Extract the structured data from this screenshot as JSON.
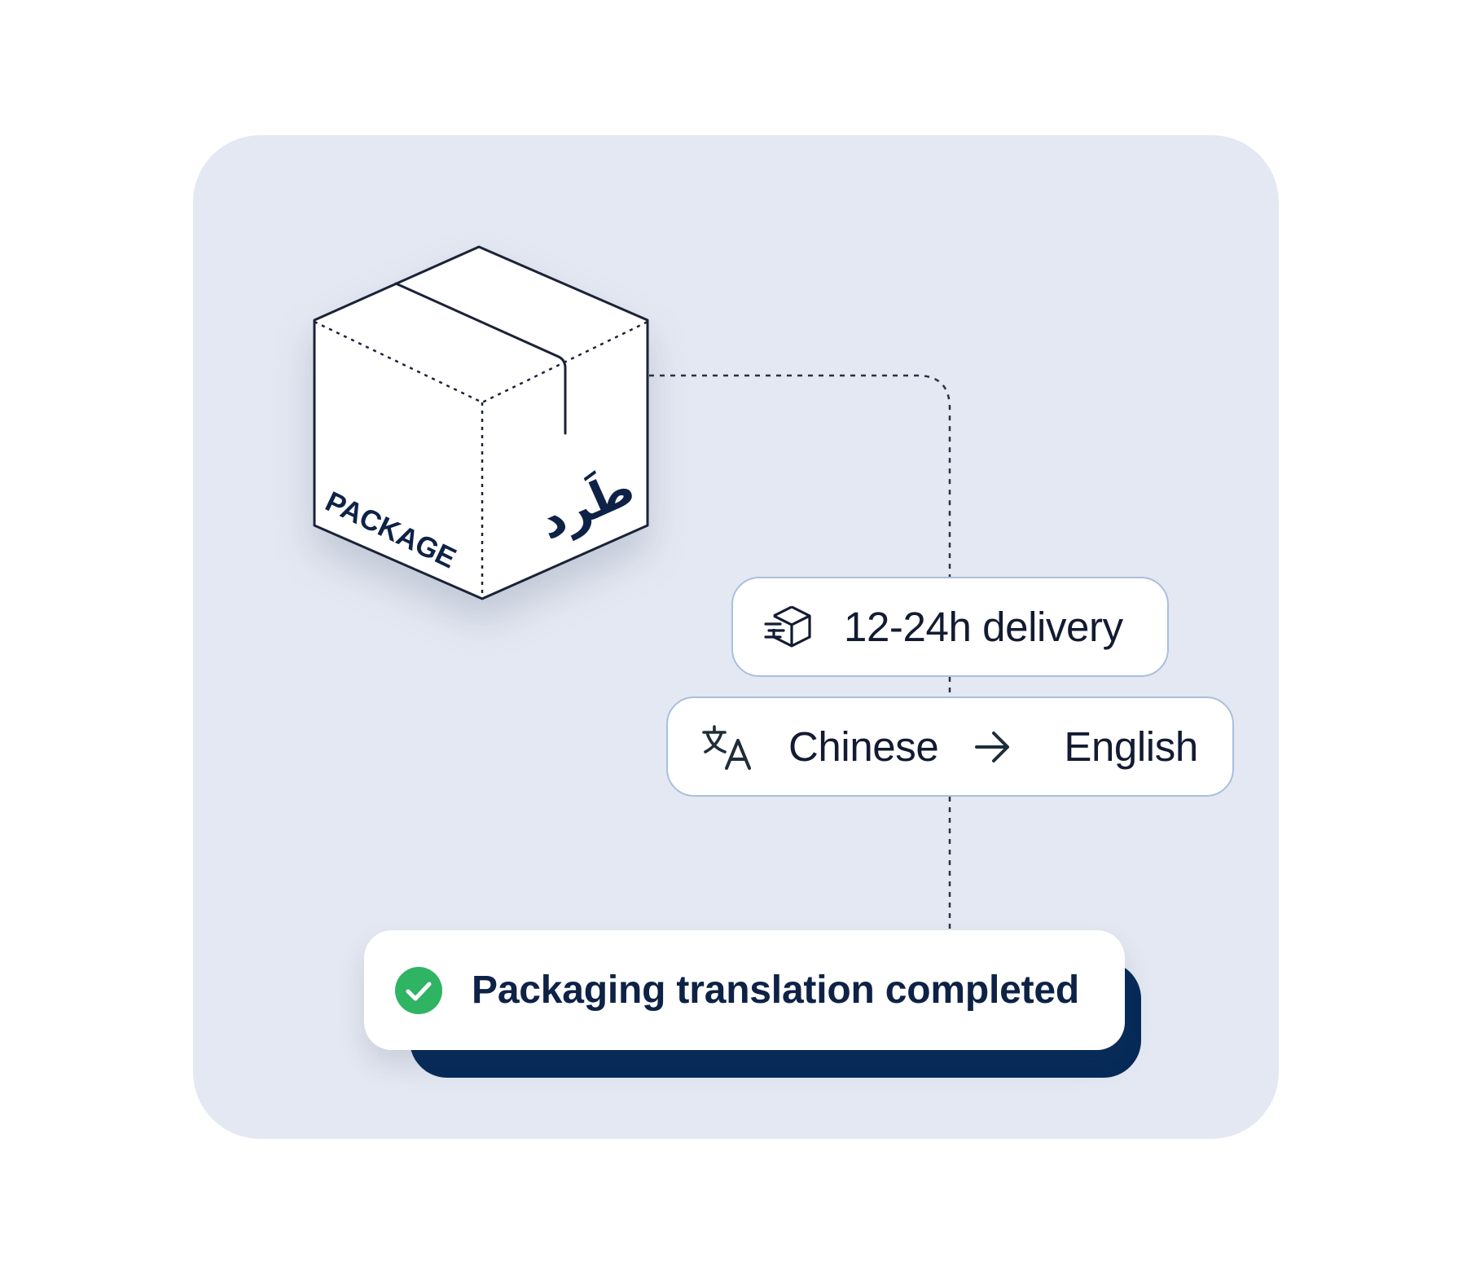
{
  "box": {
    "label_en": "PACKAGE",
    "label_ar": "طَرد"
  },
  "delivery": {
    "icon": "fast-delivery-box-icon",
    "label": "12-24h delivery"
  },
  "translation": {
    "icon": "translate-icon",
    "from": "Chinese",
    "arrow_icon": "arrow-right-icon",
    "to": "English"
  },
  "status": {
    "icon": "check-circle-icon",
    "icon_color": "#2fb463",
    "message": "Packaging translation completed"
  },
  "colors": {
    "panel": "#e4e8f2",
    "navy": "#062a58",
    "pill_border": "#a9bfdd"
  }
}
